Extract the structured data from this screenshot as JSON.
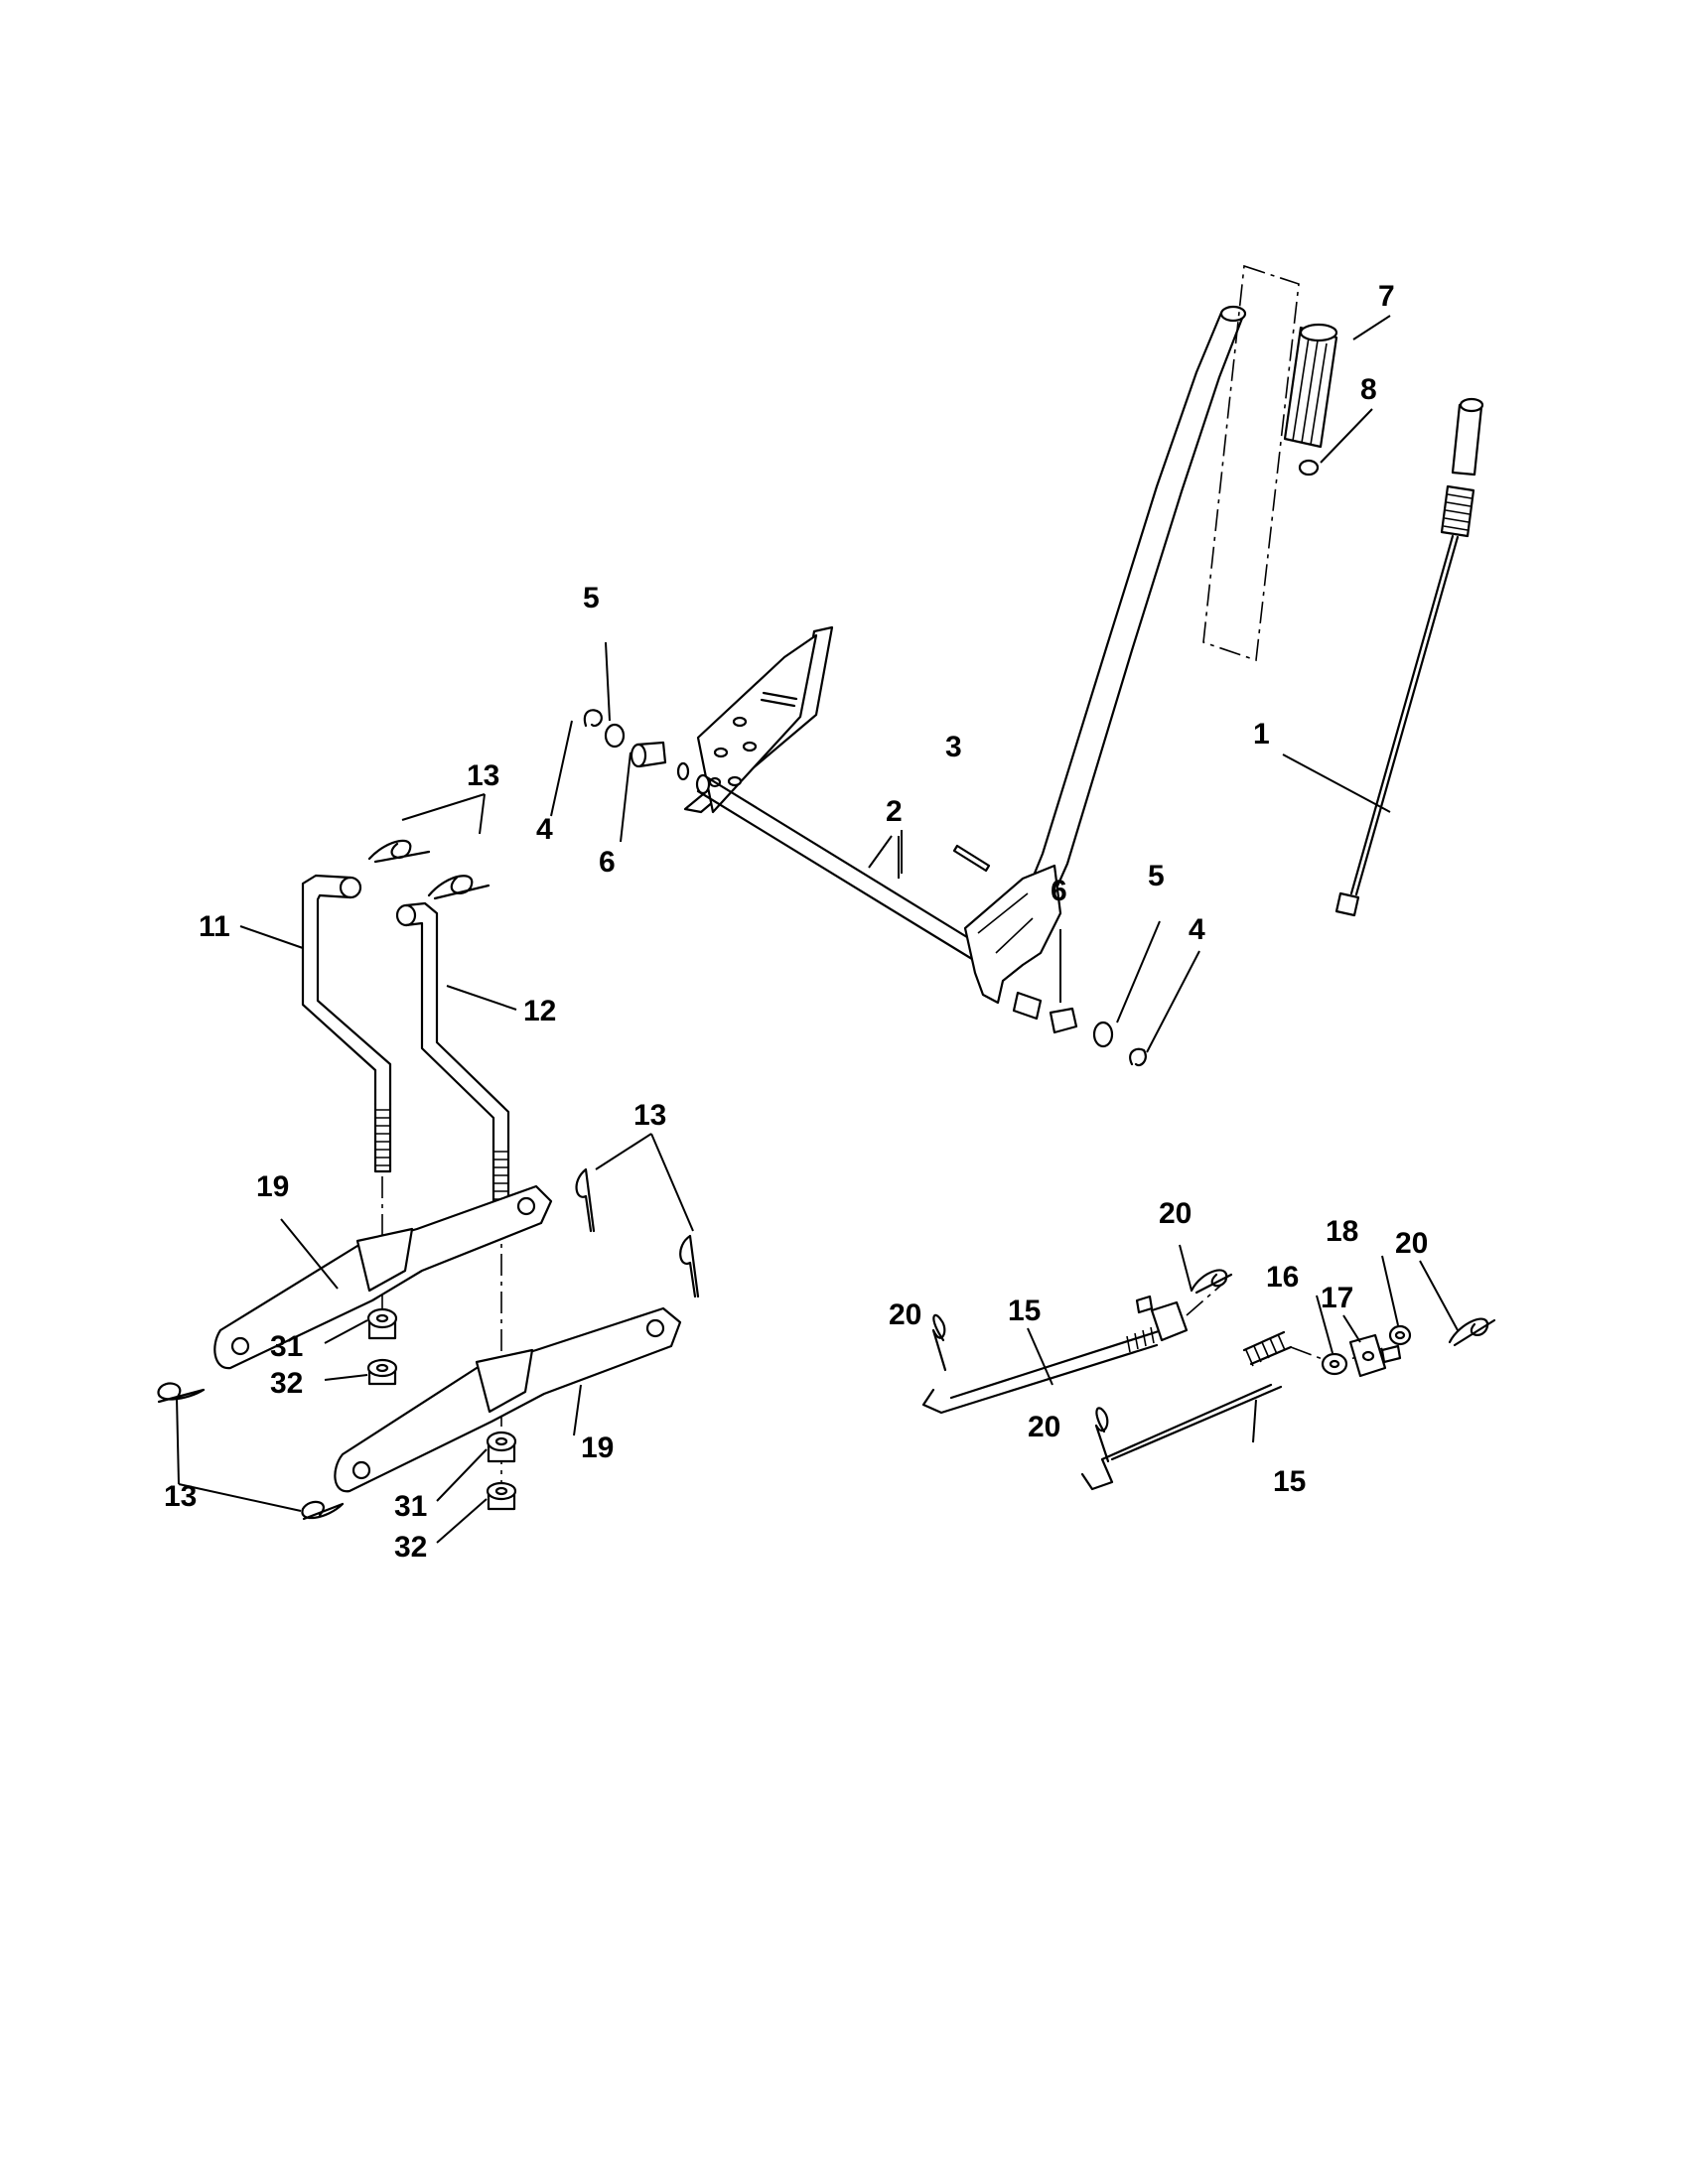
{
  "callouts": {
    "c1": "1",
    "c2": "2",
    "c3": "3",
    "c4a": "4",
    "c4b": "4",
    "c5a": "5",
    "c5b": "5",
    "c6a": "6",
    "c6b": "6",
    "c7": "7",
    "c8": "8",
    "c11": "11",
    "c12": "12",
    "c13a": "13",
    "c13b": "13",
    "c13c": "13",
    "c15a": "15",
    "c15b": "15",
    "c16": "16",
    "c17": "17",
    "c18": "18",
    "c19a": "19",
    "c19b": "19",
    "c20a": "20",
    "c20b": "20",
    "c20c": "20",
    "c20d": "20",
    "c31a": "31",
    "c31b": "31",
    "c32a": "32",
    "c32b": "32"
  },
  "colors": {
    "ink": "#000000",
    "paper": "#ffffff"
  }
}
